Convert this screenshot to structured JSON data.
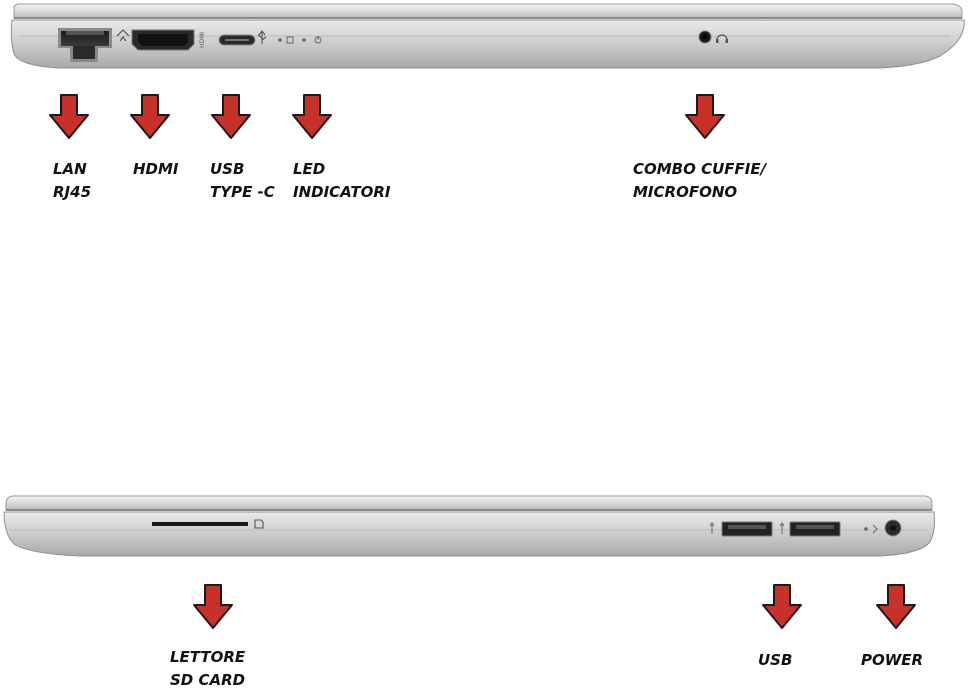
{
  "colors": {
    "arrow_fill": "#c8312a",
    "arrow_stroke": "#1a1a1a",
    "body_silver": "#d9d9d9",
    "label_text": "#111111"
  },
  "port_marks": {
    "hdmi": "HDMI"
  },
  "top_side": {
    "labels": {
      "lan": {
        "line1": "LAN",
        "line2": "RJ45"
      },
      "hdmi": {
        "line1": "HDMI"
      },
      "usbc": {
        "line1": "USB",
        "line2": "TYPE -C"
      },
      "led": {
        "line1": "LED",
        "line2": "INDICATORI"
      },
      "audio": {
        "line1": "COMBO CUFFIE/",
        "line2": "MICROFONO"
      }
    }
  },
  "bottom_side": {
    "labels": {
      "sd": {
        "line1": "LETTORE",
        "line2": "SD CARD"
      },
      "usb": {
        "line1": "USB"
      },
      "power": {
        "line1": "POWER"
      }
    }
  }
}
